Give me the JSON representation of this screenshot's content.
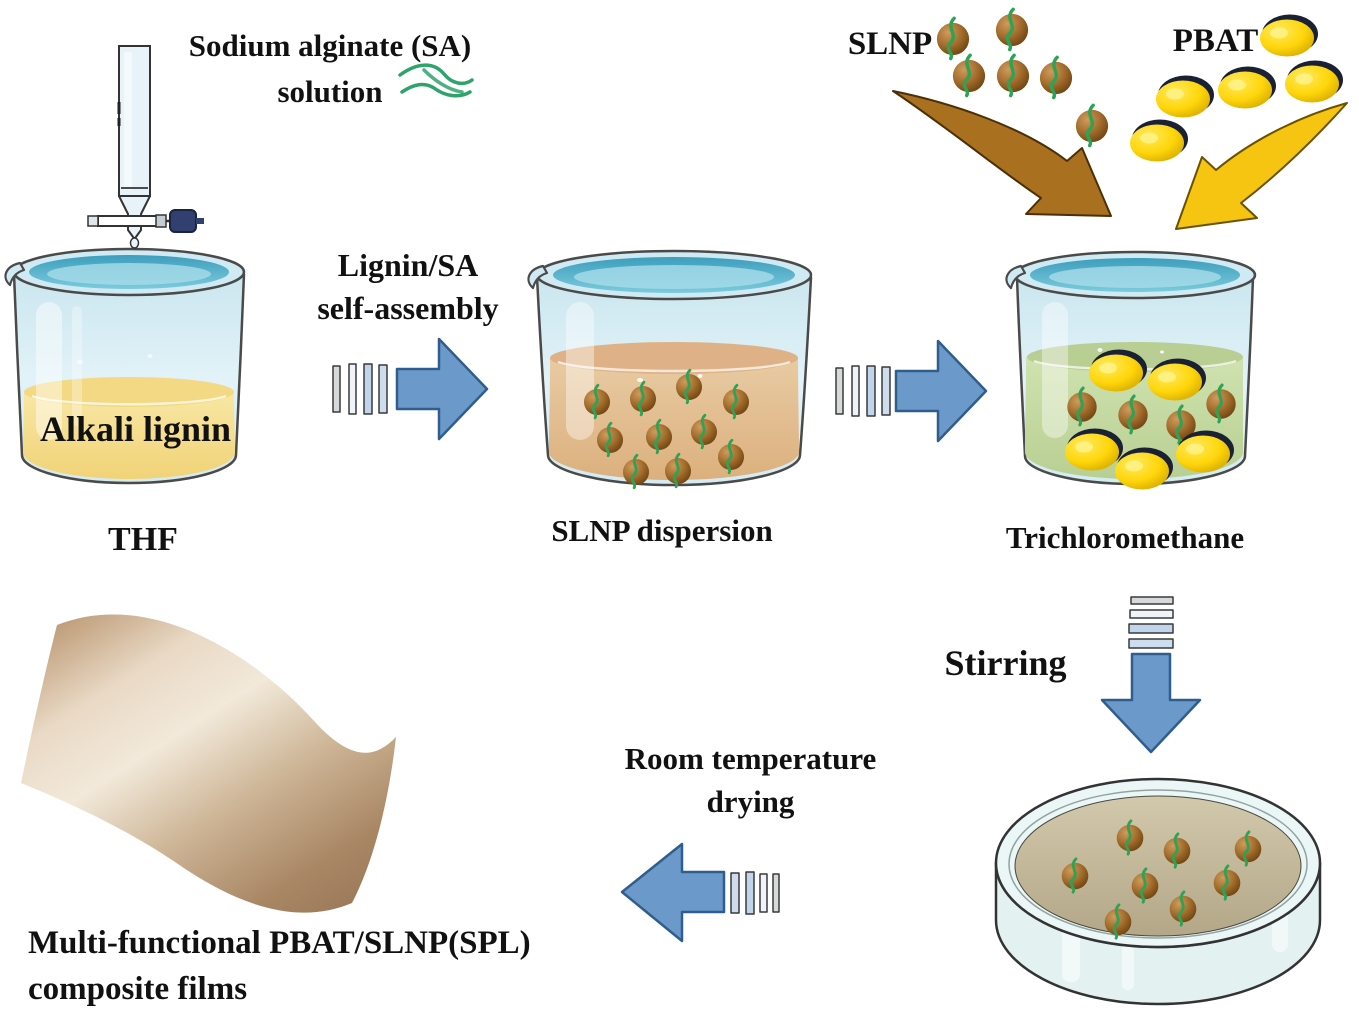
{
  "labels": {
    "sodium_alginate_1": "Sodium alginate (SA)",
    "sodium_alginate_2": "solution",
    "self_assembly_1": "Lignin/SA",
    "self_assembly_2": "self-assembly",
    "alkali_lignin": "Alkali lignin",
    "thf": "THF",
    "slnp_dispersion": "SLNP dispersion",
    "slnp": "SLNP",
    "pbat": "PBAT",
    "trichloromethane": "Trichloromethane",
    "stirring": "Stirring",
    "room_temperature_drying_1": "Room temperature",
    "room_temperature_drying_2": "drying",
    "composite_film_1": "Multi-functional PBAT/SLNP(SPL)",
    "composite_film_2": "composite films"
  },
  "colors": {
    "text": "#111111",
    "arrow_blue": "#6b9aca",
    "arrow_blue_outline": "#2f5d8e",
    "slnp_arrow_brown": "#a8701f",
    "pbat_arrow_yellow": "#f6c511",
    "alginate_green": "#2ea36b",
    "glass_blue": "#cfeaf2",
    "water_blue": "#5cb6d1",
    "liquid_yellow": "#f3d983",
    "liquid_tan": "#e2bd93",
    "liquid_green": "#c6dba6",
    "slnp_brown": "#a06a2a",
    "pbat_yellow": "#ffd60a",
    "film_brown": "#a98765"
  }
}
